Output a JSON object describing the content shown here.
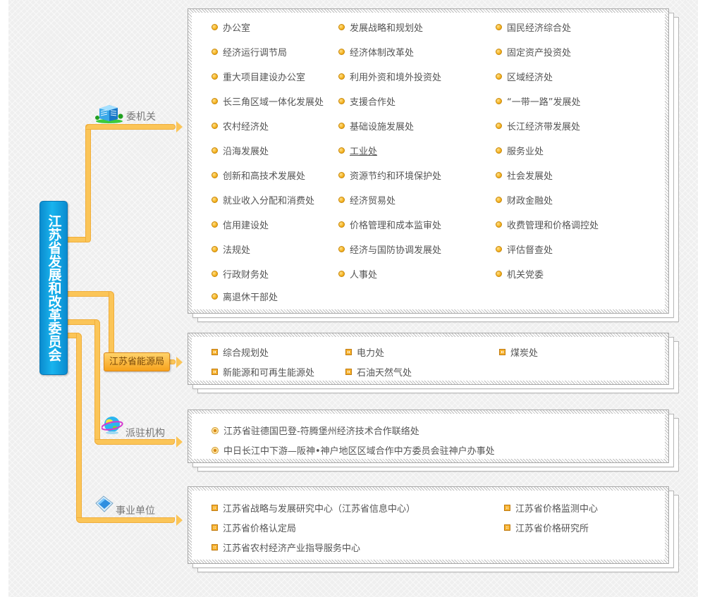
{
  "root": {
    "title": "江苏省发展和改革委员会"
  },
  "colors": {
    "connector": "#fbc558",
    "root_bg": "#19b4ee",
    "bullet": "#f5b21e",
    "text": "#555555"
  },
  "branches": {
    "office": {
      "label": "委机关",
      "icon": "building-icon",
      "items": [
        "办公室",
        "发展战略和规划处",
        "国民经济综合处",
        "经济运行调节局",
        "经济体制改革处",
        "固定资产投资处",
        "重大项目建设办公室",
        "利用外资和境外投资处",
        "区域经济处",
        "长三角区域一体化发展处",
        "支援合作处",
        "“一带一路”发展处",
        "农村经济处",
        "基础设施发展处",
        "长江经济带发展处",
        "沿海发展处",
        "工业处",
        "服务业处",
        "创新和高技术发展处",
        "资源节约和环境保护处",
        "社会发展处",
        "就业收入分配和消费处",
        "经济贸易处",
        "财政金融处",
        "信用建设处",
        "价格管理和成本监审处",
        "收费管理和价格调控处",
        "法规处",
        "经济与国防协调发展处",
        "评估督查处",
        "行政财务处",
        "人事处",
        "机关党委",
        "离退休干部处"
      ],
      "hovered_item": "工业处"
    },
    "energy": {
      "label": "江苏省能源局",
      "items": [
        "综合规划处",
        "电力处",
        "煤炭处",
        "新能源和可再生能源处",
        "石油天然气处"
      ]
    },
    "stationed": {
      "label": "派驻机构",
      "icon": "globe-icon",
      "items": [
        "江苏省驻德国巴登-符腾堡州经济技术合作联络处",
        "中日长江中下游—阪神•神户地区区域合作中方委员会驻神户办事处"
      ]
    },
    "institutions": {
      "label": "事业单位",
      "icon": "book-icon",
      "items": [
        "江苏省战略与发展研究中心（江苏省信息中心）",
        "江苏省价格监测中心",
        "江苏省价格认定局",
        "江苏省价格研究所",
        "江苏省农村经济产业指导服务中心"
      ]
    }
  }
}
